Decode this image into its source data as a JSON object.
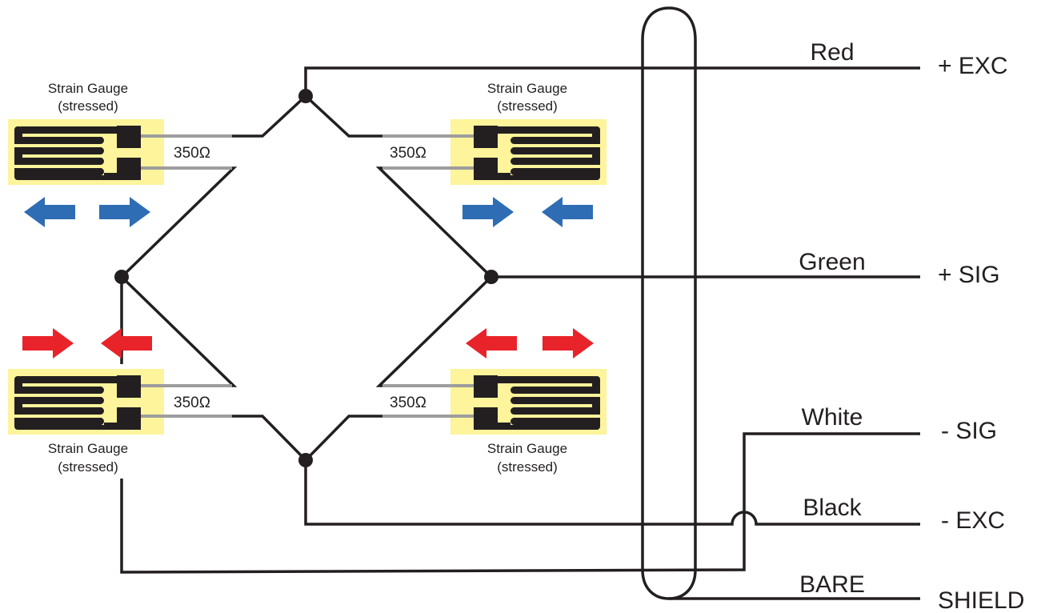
{
  "gauges": {
    "top_left": {
      "label_line1": "Strain Gauge",
      "label_line2": "(stressed)",
      "resistance": "350Ω"
    },
    "top_right": {
      "label_line1": "Strain Gauge",
      "label_line2": "(stressed)",
      "resistance": "350Ω"
    },
    "bottom_left": {
      "label_line1": "Strain Gauge",
      "label_line2": "(stressed)",
      "resistance": "350Ω"
    },
    "bottom_right": {
      "label_line1": "Strain Gauge",
      "label_line2": "(stressed)",
      "resistance": "350Ω"
    }
  },
  "wires": {
    "red": {
      "color_name": "Red",
      "terminal": "+ EXC"
    },
    "green": {
      "color_name": "Green",
      "terminal": "+ SIG"
    },
    "white": {
      "color_name": "White",
      "terminal": "- SIG"
    },
    "black": {
      "color_name": "Black",
      "terminal": "- EXC"
    },
    "bare": {
      "color_name": "BARE",
      "terminal": "SHIELD"
    }
  },
  "colors": {
    "line": "#231f20",
    "gauge_backing": "#fdf49b",
    "gauge_grid": "#231f20",
    "lead": "#9d9d9d",
    "arrow_tension": "#2e6db4",
    "arrow_compression": "#e8232a"
  },
  "arrows": {
    "top_left": "tension",
    "top_right": "compression",
    "bottom_left": "compression",
    "bottom_right": "tension"
  }
}
